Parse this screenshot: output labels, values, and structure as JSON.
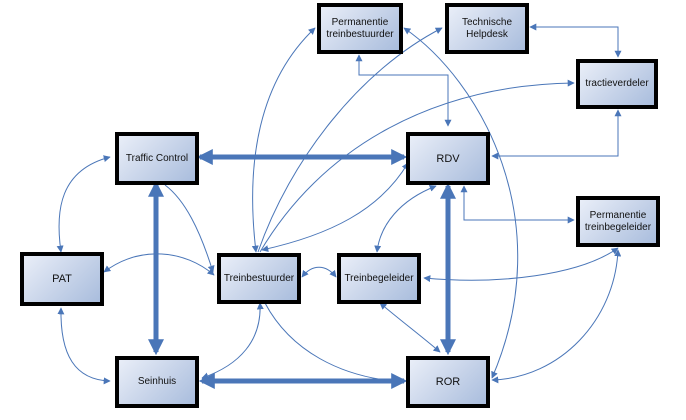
{
  "diagram": {
    "nodes": {
      "permanentie_treinbestuurder": "Permanentie\ntreinbestuurder",
      "technische_helpdesk": "Technische\nHelpdesk",
      "tractieverdeler": "tractieverdeler",
      "traffic_control": "Traffic Control",
      "rdv": "RDV",
      "permanentie_treinbegeleider": "Permanentie\ntreinbegeleider",
      "pat": "PAT",
      "treinbestuurder": "Treinbestuurder",
      "treinbegeleider": "Treinbegeleider",
      "seinhuis": "Seinhuis",
      "ror": "ROR"
    },
    "connections": [
      {
        "from": "Traffic Control",
        "to": "RDV",
        "type": "bidirectional",
        "weight": "thick"
      },
      {
        "from": "Traffic Control",
        "to": "Seinhuis",
        "type": "bidirectional",
        "weight": "thick"
      },
      {
        "from": "Seinhuis",
        "to": "ROR",
        "type": "bidirectional",
        "weight": "thick"
      },
      {
        "from": "RDV",
        "to": "ROR",
        "type": "bidirectional",
        "weight": "thick"
      },
      {
        "from": "Traffic Control",
        "to": "PAT",
        "type": "bidirectional",
        "weight": "thin"
      },
      {
        "from": "PAT",
        "to": "Seinhuis",
        "type": "bidirectional",
        "weight": "thin"
      },
      {
        "from": "PAT",
        "to": "Treinbestuurder",
        "type": "bidirectional",
        "weight": "thin"
      },
      {
        "from": "Traffic Control",
        "to": "Treinbestuurder",
        "type": "directed",
        "weight": "thin"
      },
      {
        "from": "Treinbestuurder",
        "to": "Treinbegeleider",
        "type": "bidirectional",
        "weight": "thin"
      },
      {
        "from": "Treinbestuurder",
        "to": "Seinhuis",
        "type": "bidirectional",
        "weight": "thin"
      },
      {
        "from": "Treinbestuurder",
        "to": "ROR",
        "type": "directed",
        "weight": "thin"
      },
      {
        "from": "Treinbestuurder",
        "to": "Permanentie treinbestuurder",
        "type": "bidirectional",
        "weight": "thin"
      },
      {
        "from": "Treinbestuurder",
        "to": "Technische Helpdesk",
        "type": "directed",
        "weight": "thin"
      },
      {
        "from": "Treinbestuurder",
        "to": "tractieverdeler",
        "type": "directed",
        "weight": "thin"
      },
      {
        "from": "Treinbestuurder",
        "to": "RDV",
        "type": "bidirectional",
        "weight": "thin"
      },
      {
        "from": "RDV",
        "to": "Treinbegeleider",
        "type": "bidirectional",
        "weight": "thin"
      },
      {
        "from": "Permanentie treinbestuurder",
        "to": "RDV",
        "type": "bidirectional",
        "weight": "thin"
      },
      {
        "from": "Technische Helpdesk",
        "to": "tractieverdeler",
        "type": "bidirectional",
        "weight": "thin"
      },
      {
        "from": "tractieverdeler",
        "to": "RDV",
        "type": "bidirectional",
        "weight": "thin"
      },
      {
        "from": "RDV",
        "to": "Permanentie treinbegeleider",
        "type": "bidirectional",
        "weight": "thin"
      },
      {
        "from": "Permanentie treinbegeleider",
        "to": "Treinbegeleider",
        "type": "bidirectional",
        "weight": "thin"
      },
      {
        "from": "Permanentie treinbegeleider",
        "to": "ROR",
        "type": "bidirectional",
        "weight": "thin"
      },
      {
        "from": "Treinbegeleider",
        "to": "ROR",
        "type": "bidirectional",
        "weight": "thin"
      },
      {
        "from": "Permanentie treinbestuurder",
        "to": "ROR",
        "type": "bidirectional",
        "weight": "thin"
      }
    ],
    "colors": {
      "arrow": "#4a76b8",
      "border": "#000000"
    }
  }
}
